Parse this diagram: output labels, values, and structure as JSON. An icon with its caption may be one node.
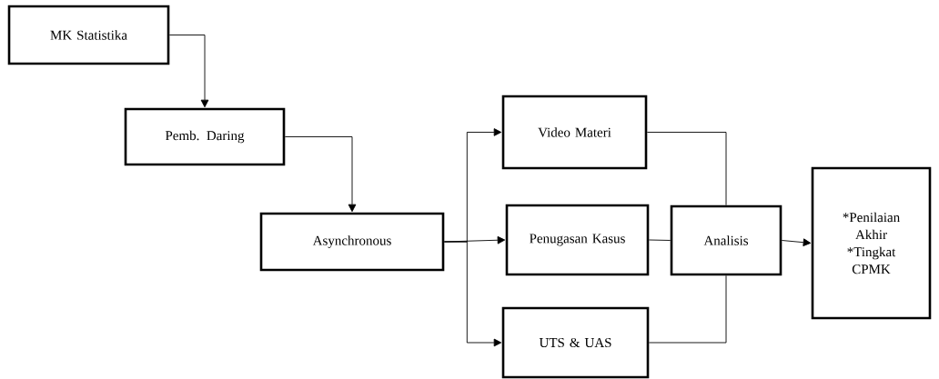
{
  "diagram": {
    "nodes": [
      {
        "text": [
          "MK Statistika"
        ]
      },
      {
        "text": [
          "Pemb. Daring"
        ]
      },
      {
        "text": [
          "Asynchronous"
        ]
      },
      {
        "text": [
          "Video Materi"
        ]
      },
      {
        "text": [
          "Penugasan Kasus"
        ]
      },
      {
        "text": [
          "Analisis"
        ]
      },
      {
        "text": [
          "UTS & UAS"
        ]
      },
      {
        "text": [
          "*Penilaian Akhir",
          "*Tingkat CPMK"
        ]
      }
    ],
    "edges": [
      {
        "from": 0,
        "to": 1,
        "arrow": "to"
      },
      {
        "from": 1,
        "to": 2,
        "arrow": "to"
      },
      {
        "from": 2,
        "to": 3,
        "arrow": "to"
      },
      {
        "from": 2,
        "to": 4,
        "arrow": "to"
      },
      {
        "from": 2,
        "to": 6,
        "arrow": "to"
      },
      {
        "from": 3,
        "to": 5,
        "arrow": "none"
      },
      {
        "from": 4,
        "to": 5,
        "arrow": "none"
      },
      {
        "from": 6,
        "to": 5,
        "arrow": "none"
      },
      {
        "from": 5,
        "to": 7,
        "arrow": "to"
      }
    ]
  }
}
